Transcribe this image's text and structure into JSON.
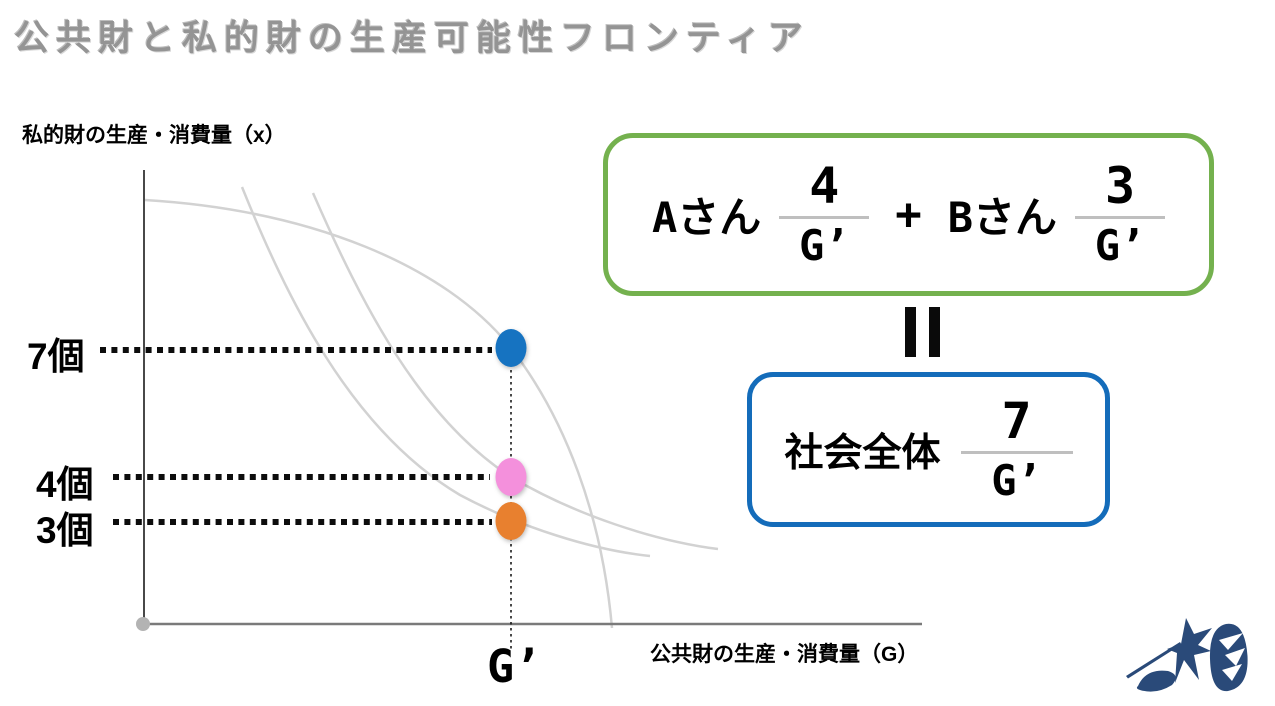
{
  "slide": {
    "title": "公共財と私的財の生産可能性フロンティア"
  },
  "chart": {
    "y_axis_label": "私的財の生産・消費量（x）",
    "x_axis_label": "公共財の生産・消費量（G）",
    "x_tick_label": "G’",
    "points": [
      {
        "label": "7個",
        "value": 7,
        "color": "#1673c1",
        "meaning": "society total at G’"
      },
      {
        "label": "4個",
        "value": 4,
        "color": "#f490dc",
        "meaning": "person A at G’"
      },
      {
        "label": "3個",
        "value": 3,
        "color": "#e8802f",
        "meaning": "person B at G’"
      }
    ]
  },
  "formula": {
    "equals": "＝",
    "sum_box": {
      "border_color": "#74b14e",
      "term_a_label": "Aさん",
      "term_a_numerator": "4",
      "term_a_denominator": "G’",
      "plus": "+",
      "term_b_label": "Bさん",
      "term_b_numerator": "3",
      "term_b_denominator": "G’"
    },
    "total_box": {
      "border_color": "#146cba",
      "label": "社会全体",
      "numerator": "7",
      "denominator": "G’"
    }
  },
  "colors": {
    "curve_gray": "#d2d2d2",
    "x_axis": "#7a7a7a",
    "y_axis": "#1a1a1a",
    "origin_dot": "#b3b3b3",
    "fraction_bar": "#bfbfbf",
    "title_gray": "#949494",
    "logo_navy": "#2a4a79"
  },
  "logo": {
    "icon": "brand-logo-icon"
  }
}
